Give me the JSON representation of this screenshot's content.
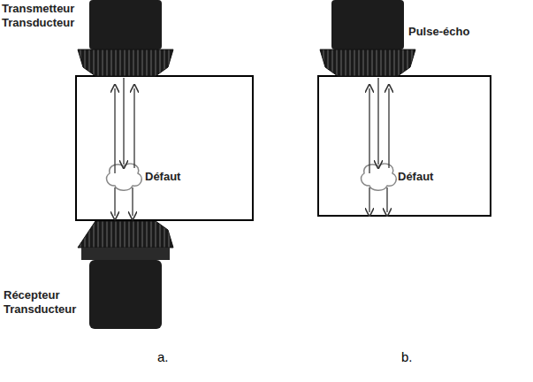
{
  "diagram": {
    "labels": [
      "Transmetteur Transducteur",
      "Défaut",
      "Récepteur Transducteur",
      "Pulse-écho",
      "Défaut",
      "a.",
      "b."
    ]
  }
}
